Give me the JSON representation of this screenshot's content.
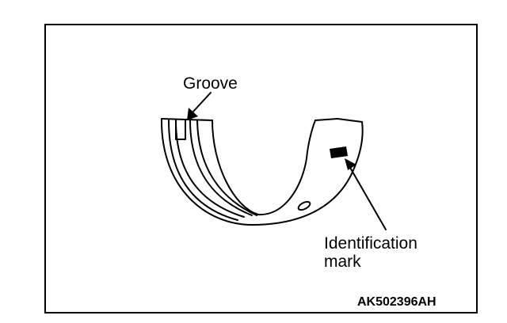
{
  "labels": {
    "groove": "Groove",
    "identification_line1": "Identification",
    "identification_line2": "mark"
  },
  "figure_code": "AK502396AH",
  "colors": {
    "stroke": "#000000",
    "background": "#ffffff"
  }
}
